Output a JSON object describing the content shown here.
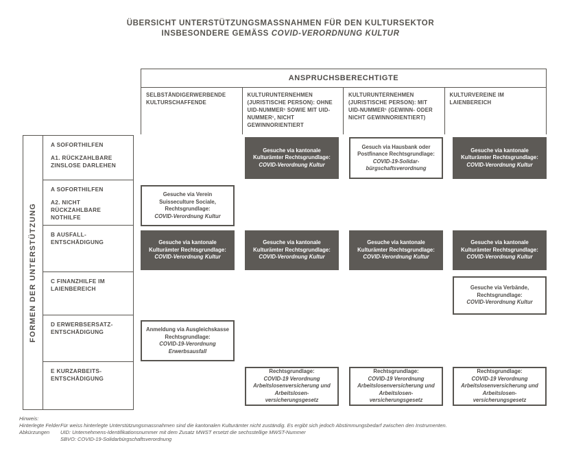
{
  "title": {
    "line1": "ÜBERSICHT UNTERSTÜTZUNGSMASSNAHMEN FÜR DEN KULTURSEKTOR",
    "line2_regular": "INSBESONDERE GEMÄSS ",
    "line2_italic": "COVID-VERORDNUNG KULTUR"
  },
  "table": {
    "header": "ANSPRUCHSBERECHTIGTE",
    "axis_label": "FORMEN DER UNTERSTÜTZUNG",
    "columns": [
      "SELBSTÄNDIGERWERBENDE KULTURSCHAFFENDE",
      "KULTURUNTERNEHMEN (JURISTISCHE PERSON): OHNE UID-NUMMER¹ SOWIE MIT UID-NUMMER¹, NICHT GEWINNORIENTIERT",
      "KULTURUNTERNEHMEN (JURISTISCHE PERSON): MIT UID-NUMMER¹ (GEWINN- ODER NICHT GEWINNORIENTIERT)",
      "KULTURVEREINE IM LAIENBEREICH"
    ],
    "rows": [
      {
        "line1": "A SOFORTHILFEN",
        "line2": "A1. RÜCKZAHLBARE ZINSLOSE DARLEHEN"
      },
      {
        "line1": "A SOFORTHILFEN",
        "line2": "A2. NICHT RÜCKZAHLBARE NOTHILFE"
      },
      {
        "line1": "B AUSFALL-ENTSCHÄDIGUNG",
        "line2": ""
      },
      {
        "line1": "C FINANZHILFE IM LAIENBEREICH",
        "line2": ""
      },
      {
        "line1": "D ERWERBSERSATZ-ENTSCHÄDIGUNG",
        "line2": ""
      },
      {
        "line1": "E KURZARBEITS-ENTSCHÄDIGUNG",
        "line2": ""
      }
    ],
    "cells": [
      {
        "text": "Gesuche via kantonale Kulturämter Rechtsgrundlage:",
        "italic": "COVID-Verordnung Kultur"
      },
      {
        "text": "Gesuch via Hausbank oder Postfinance Rechtsgrundlage:",
        "italic": "COVID-19-Solidar-bürgschaftsverordnung"
      },
      {
        "text": "Gesuche via kantonale Kulturämter Rechtsgrundlage:",
        "italic": "COVID-Verordnung Kultur"
      },
      {
        "text": "Gesuche via Verein Suisseculture Sociale, Rechtsgrundlage:",
        "italic": "COVID-Verordnung Kultur"
      },
      {
        "text": "Gesuche via kantonale Kulturämter Rechtsgrundlage:",
        "italic": "COVID-Verordnung Kultur"
      },
      {
        "text": "Gesuche via kantonale Kulturämter Rechtsgrundlage:",
        "italic": "COVID-Verordnung Kultur"
      },
      {
        "text": "Gesuche via kantonale Kulturämter Rechtsgrundlage:",
        "italic": "COVID-Verordnung Kultur"
      },
      {
        "text": "Gesuche via kantonale Kulturämter Rechtsgrundlage:",
        "italic": "COVID-Verordnung Kultur"
      },
      {
        "text": "Gesuche via Verbände, Rechtsgrundlage:",
        "italic": "COVID-Verordnung Kultur"
      },
      {
        "text": "Anmeldung via Ausgleichskasse Rechtsgrundlage:",
        "italic": "COVID-19-Verordnung Erwerbsausfall"
      },
      {
        "text": "Rechtsgrundlage:",
        "italic": "COVID-19 Verordnung Arbeitslosenversicherung und Arbeitslosen-versicherungsgesetz"
      },
      {
        "text": "Rechtsgrundlage:",
        "italic": "COVID-19 Verordnung Arbeitslosenversicherung und Arbeitslosen-versicherungsgesetz"
      },
      {
        "text": "Rechtsgrundlage:",
        "italic": "COVID-19 Verordnung Arbeitslosenversicherung und Arbeitslosen-versicherungsgesetz"
      }
    ]
  },
  "notes": {
    "hinweis": "Hinweis:",
    "lines": [
      {
        "label": "Hinterlegte Felder",
        "text": "Für weiss hinterlegte Unterstützungsmassnahmen sind die kantonalen Kulturämter nicht zuständig. Es ergibt sich jedoch Abstimmungsbedarf zwischen den Instrumenten."
      },
      {
        "label": "Abkürzungen",
        "text": "UID: Unternehmens-Identifikationsnummer mit dem Zusatz MWST ersetzt die sechsstellige MWST-Nummer"
      },
      {
        "label": "",
        "text": "SBVO: COVID-19-Solidarbürgschaftsverordnung"
      }
    ]
  },
  "colors": {
    "dark_cell": "#5d5a56",
    "border": "#57544f",
    "text": "#4f4c49"
  }
}
